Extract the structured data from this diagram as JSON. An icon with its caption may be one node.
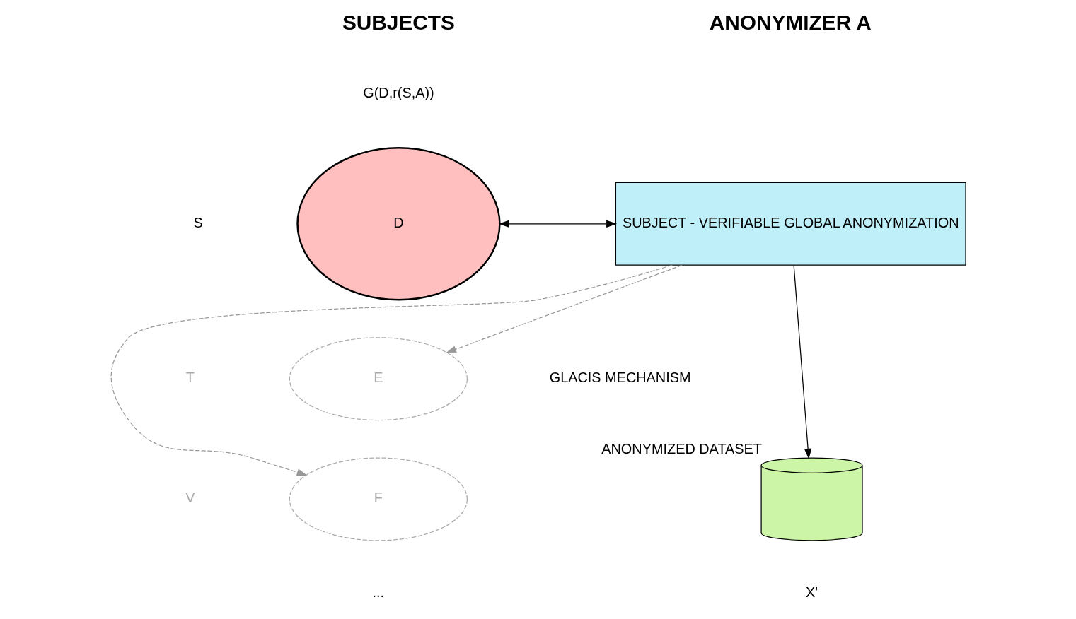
{
  "diagram": {
    "nodes": [
      {
        "text": [
          "D"
        ],
        "beside": [
          "G(D,r(S,A))"
        ]
      },
      {
        "text": [
          "E"
        ]
      },
      {
        "text": [
          "F"
        ]
      },
      {
        "text": [
          "SUBJECT - VERIFIABLE GLOBAL ANONYMIZATION"
        ]
      },
      {
        "text": [],
        "shape": "cylinder",
        "beside": [
          "ANONYMIZED DATASET",
          "X'"
        ]
      }
    ],
    "edges": [
      {
        "from": 0,
        "to": 3,
        "arrow": "both"
      },
      {
        "from": 3,
        "to": 1,
        "arrow": "to",
        "style": "dashed",
        "color": "#999999"
      },
      {
        "from": 3,
        "to": 2,
        "arrow": "to",
        "style": "dashed",
        "color": "#999999"
      },
      {
        "from": 3,
        "to": 4,
        "arrow": "to"
      }
    ],
    "labels": [
      "SUBJECTS",
      "ANONYMIZER A",
      "S",
      "T",
      "V",
      "...",
      "GLACIS MECHANISM"
    ]
  }
}
